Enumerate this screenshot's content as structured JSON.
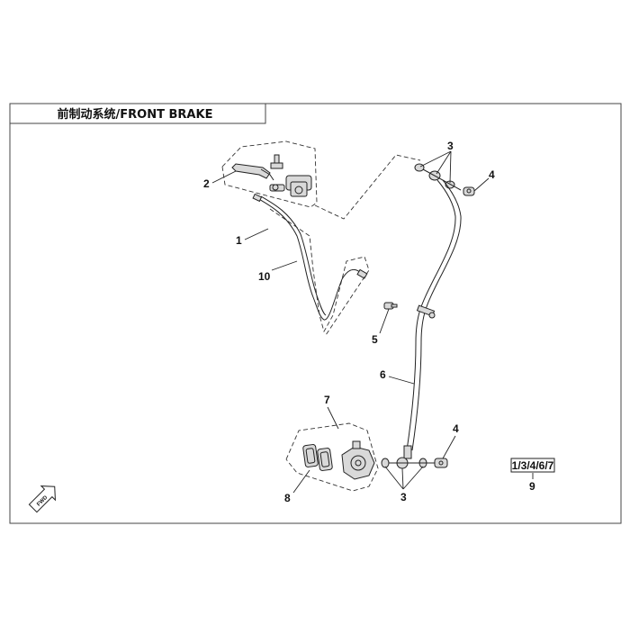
{
  "diagram": {
    "title": "前制动系统/FRONT BRAKE",
    "callouts": [
      "1",
      "2",
      "3",
      "3",
      "4",
      "4",
      "5",
      "6",
      "7",
      "8",
      "9",
      "10"
    ],
    "kit": {
      "label": "1/3/4/6/7",
      "number": "9"
    },
    "fwd_marker": "FWD"
  }
}
